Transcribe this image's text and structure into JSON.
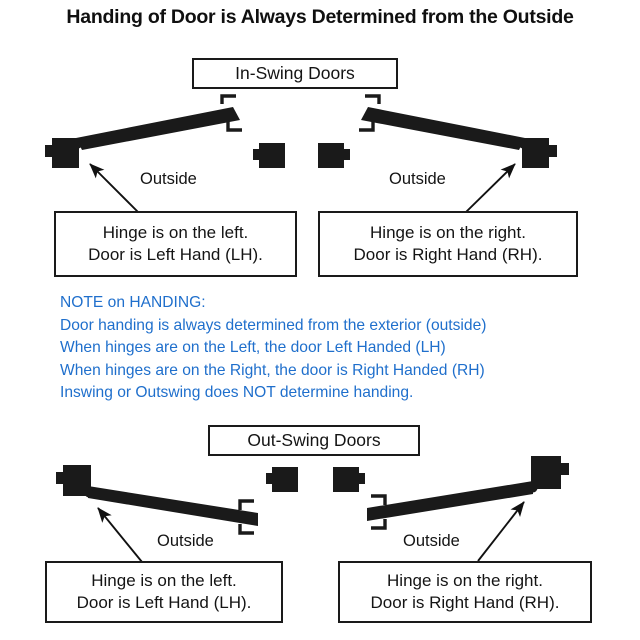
{
  "title": "Handing of Door is Always Determined from the Outside",
  "sections": [
    {
      "key": "in_swing",
      "label": "In-Swing Doors"
    },
    {
      "key": "out_swing",
      "label": "Out-Swing Doors"
    }
  ],
  "outside_labels": [
    {
      "id": "in-swing-left",
      "text": "Outside"
    },
    {
      "id": "in-swing-right",
      "text": "Outside"
    },
    {
      "id": "out-swing-left",
      "text": "Outside"
    },
    {
      "id": "out-swing-right",
      "text": "Outside"
    }
  ],
  "captions": [
    {
      "id": "in-swing-left",
      "line1": "Hinge is on the left.",
      "line2": "Door is Left Hand (LH)."
    },
    {
      "id": "in-swing-right",
      "line1": "Hinge is on the right.",
      "line2": "Door is Right Hand (RH)."
    },
    {
      "id": "out-swing-left",
      "line1": "Hinge is on the left.",
      "line2": "Door is Left Hand (LH)."
    },
    {
      "id": "out-swing-right",
      "line1": "Hinge is on the right.",
      "line2": "Door is Right Hand (RH)."
    }
  ],
  "note": {
    "heading": "NOTE on HANDING:",
    "line1": "Door handing is always determined from the exterior (outside)",
    "line2": "When hinges are on the Left, the door Left Handed (LH)",
    "line3": "When hinges are on the Right, the door is Right Handed (RH)",
    "line4": "Inswing or Outswing does NOT determine handing."
  },
  "colors": {
    "background": "#ffffff",
    "ink": "#141414",
    "wall_fill": "#1a1a1a",
    "note_blue": "#1f6fcc",
    "box_border": "#1a1a1a"
  }
}
